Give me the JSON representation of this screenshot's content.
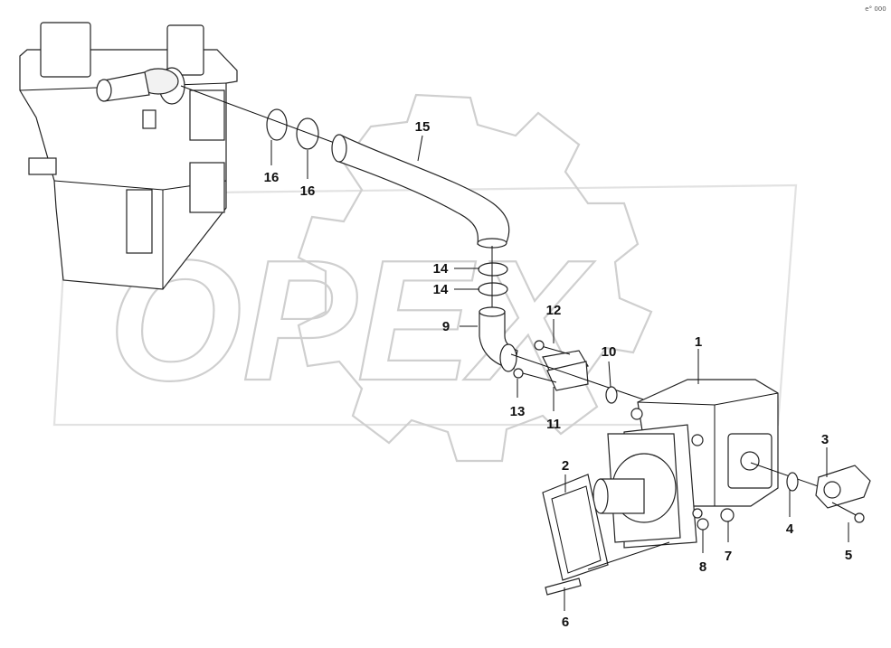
{
  "watermark": "OPEX",
  "callouts": [
    "1",
    "2",
    "3",
    "4",
    "5",
    "6",
    "7",
    "8",
    "9",
    "10",
    "11",
    "12",
    "13",
    "14",
    "14",
    "15",
    "16",
    "16"
  ],
  "corner_mark": "e° 000"
}
